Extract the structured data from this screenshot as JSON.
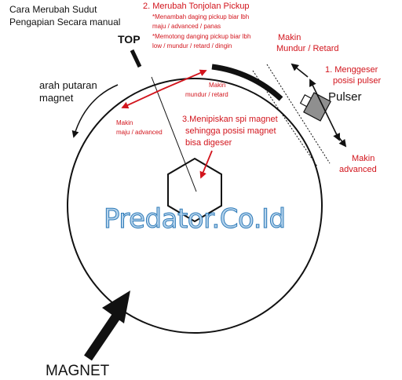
{
  "title": {
    "line1": "Cara Merubah Sudut",
    "line2": "Pengapian Secara manual"
  },
  "labels": {
    "top": "TOP",
    "rotation_line1": "arah putaran",
    "rotation_line2": "magnet",
    "pulser": "Pulser",
    "magnet": "MAGNET",
    "watermark": "Predator.Co.Id"
  },
  "step1": {
    "line1": "1. Menggeser",
    "line2": "posisi pulser",
    "retard_line1": "Makin",
    "retard_line2": "Mundur / Retard",
    "advanced_line1": "Makin",
    "advanced_line2": "advanced"
  },
  "step2": {
    "title": "2. Merubah Tonjolan Pickup",
    "note1_line1": "*Menambah daging pickup biar lbh",
    "note1_line2": "maju / advanced / panas",
    "note2_line1": "*Memotong danging pickup biar lbh",
    "note2_line2": "low / mundur / retard / dingin",
    "retard_line1": "Makin",
    "retard_line2": "mundur / retard",
    "advanced_line1": "Makin",
    "advanced_line2": "maju / advanced"
  },
  "step3": {
    "line1": "3.Menipiskan spi magnet",
    "line2": "sehingga posisi magnet",
    "line3": "bisa digeser"
  },
  "colors": {
    "annotation": "#d2141c",
    "text": "#111111",
    "watermark_fill": "#b5d3ec",
    "watermark_stroke": "#2f7bb8"
  }
}
